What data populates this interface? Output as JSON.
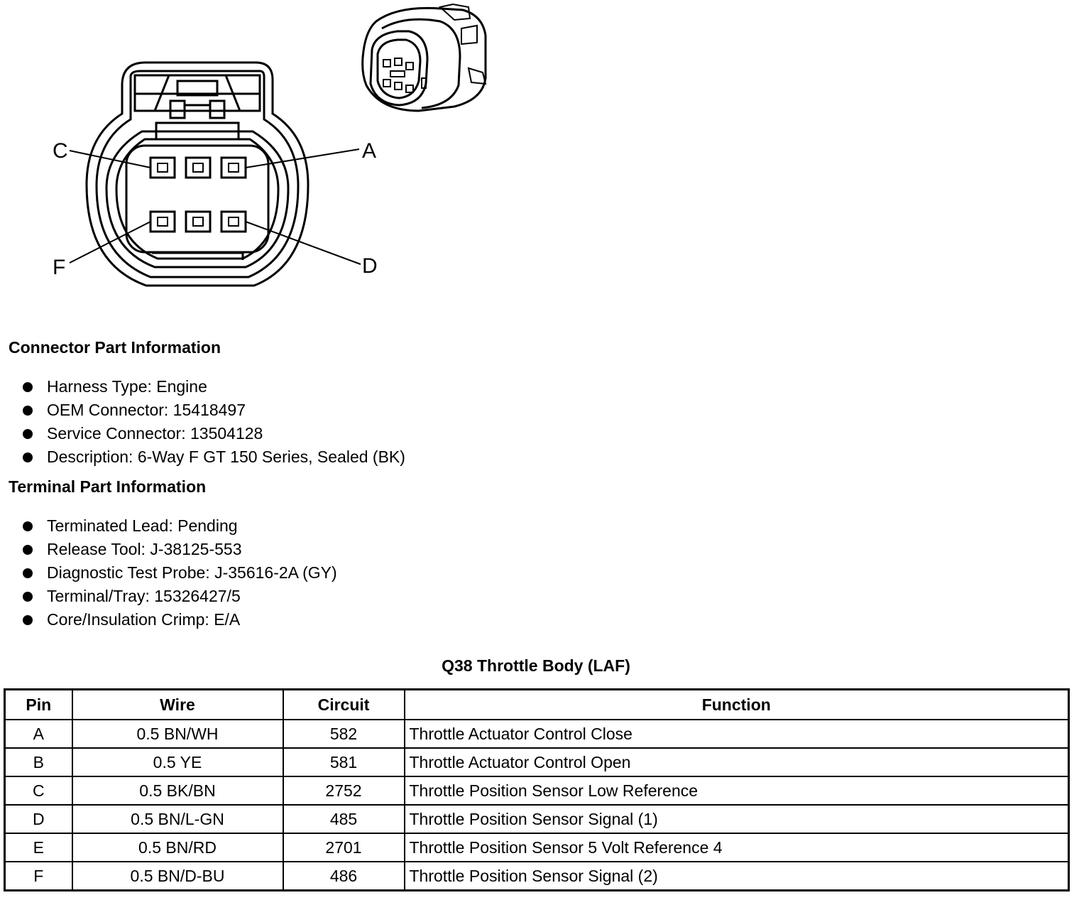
{
  "diagram": {
    "labels": {
      "a": "A",
      "c": "C",
      "d": "D",
      "f": "F"
    }
  },
  "connector_info": {
    "title": "Connector Part Information",
    "items": [
      "Harness Type: Engine",
      "OEM Connector: 15418497",
      "Service Connector: 13504128",
      "Description: 6-Way F GT 150 Series, Sealed (BK)"
    ]
  },
  "terminal_info": {
    "title": "Terminal Part Information",
    "items": [
      "Terminated Lead: Pending",
      "Release Tool: J-38125-553",
      "Diagnostic Test Probe: J-35616-2A (GY)",
      "Terminal/Tray: 15326427/5",
      "Core/Insulation Crimp: E/A"
    ]
  },
  "table": {
    "title": "Q38 Throttle Body (LAF)",
    "headers": [
      "Pin",
      "Wire",
      "Circuit",
      "Function"
    ],
    "rows": [
      [
        "A",
        "0.5 BN/WH",
        "582",
        "Throttle Actuator Control Close"
      ],
      [
        "B",
        "0.5 YE",
        "581",
        "Throttle Actuator Control Open"
      ],
      [
        "C",
        "0.5 BK/BN",
        "2752",
        "Throttle Position Sensor Low Reference"
      ],
      [
        "D",
        "0.5 BN/L-GN",
        "485",
        "Throttle Position Sensor Signal (1)"
      ],
      [
        "E",
        "0.5 BN/RD",
        "2701",
        "Throttle Position Sensor 5 Volt Reference 4"
      ],
      [
        "F",
        "0.5 BN/D-BU",
        "486",
        "Throttle Position Sensor Signal (2)"
      ]
    ]
  }
}
